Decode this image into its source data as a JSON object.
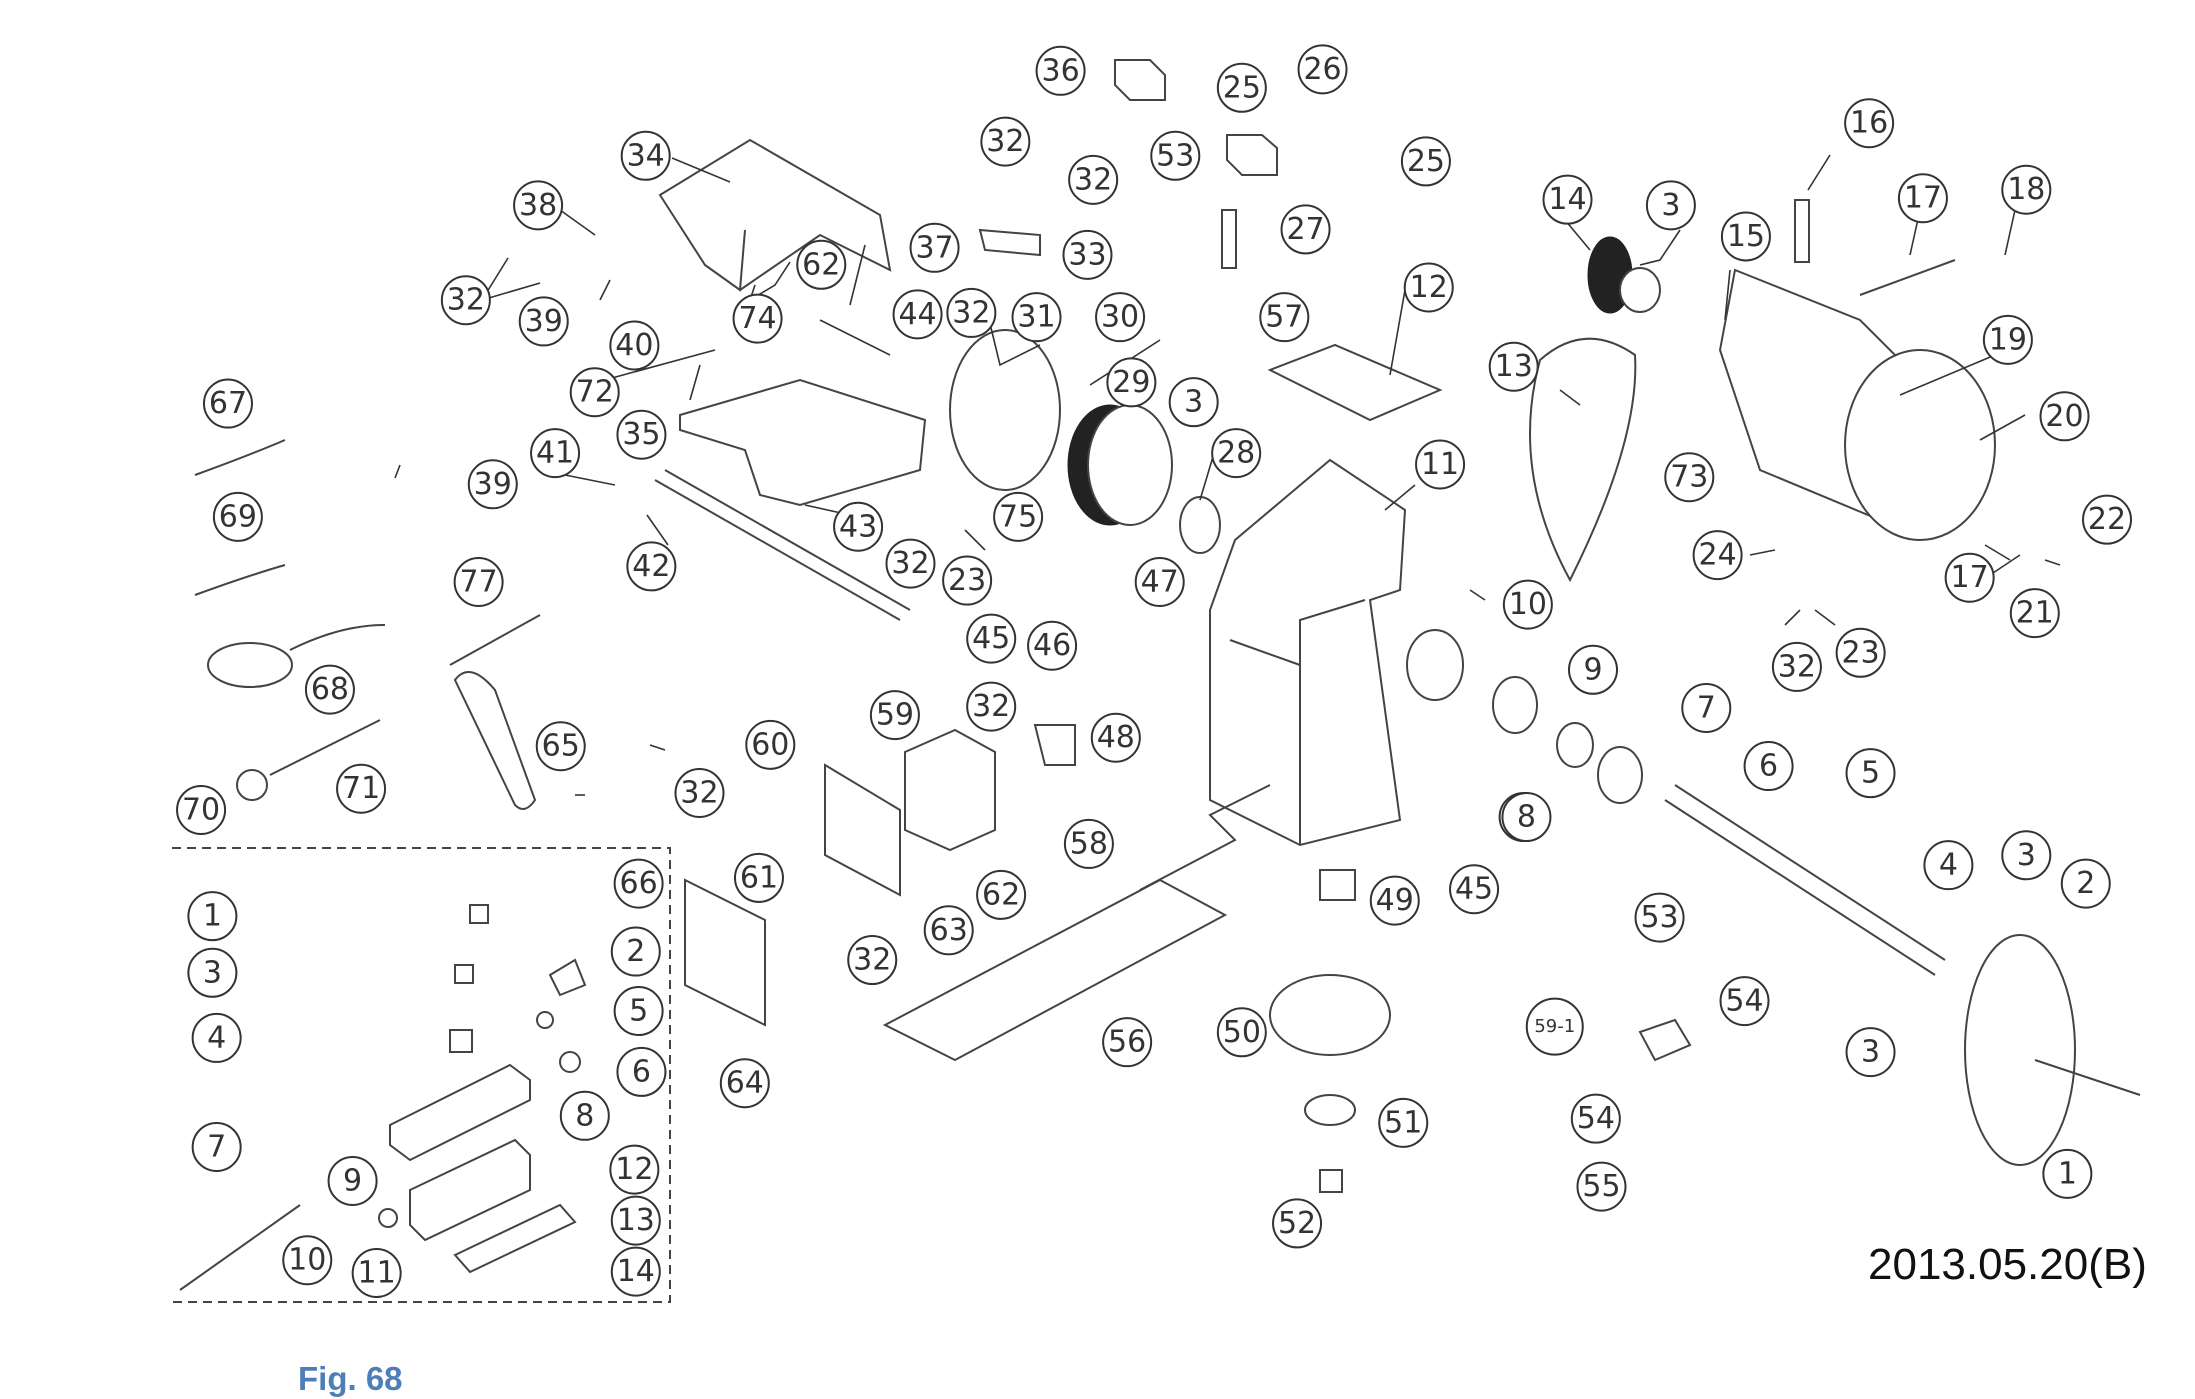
{
  "figure": {
    "caption": "Fig. 68",
    "revision_date": "2013.05.20(B)",
    "caption_color": "#4f7db8",
    "inset_group_label": "66"
  },
  "callouts": [
    {
      "label": "36"
    },
    {
      "label": "25"
    },
    {
      "label": "26"
    },
    {
      "label": "25"
    },
    {
      "label": "32"
    },
    {
      "label": "32"
    },
    {
      "label": "53"
    },
    {
      "label": "33"
    },
    {
      "label": "34"
    },
    {
      "label": "38"
    },
    {
      "label": "62"
    },
    {
      "label": "37"
    },
    {
      "label": "32"
    },
    {
      "label": "39"
    },
    {
      "label": "40"
    },
    {
      "label": "74"
    },
    {
      "label": "44"
    },
    {
      "label": "32"
    },
    {
      "label": "31"
    },
    {
      "label": "30"
    },
    {
      "label": "27"
    },
    {
      "label": "57"
    },
    {
      "label": "12"
    },
    {
      "label": "29"
    },
    {
      "label": "3"
    },
    {
      "label": "28"
    },
    {
      "label": "72"
    },
    {
      "label": "35"
    },
    {
      "label": "41"
    },
    {
      "label": "39"
    },
    {
      "label": "42"
    },
    {
      "label": "43"
    },
    {
      "label": "75"
    },
    {
      "label": "32"
    },
    {
      "label": "23"
    },
    {
      "label": "45"
    },
    {
      "label": "46"
    },
    {
      "label": "47"
    },
    {
      "label": "11"
    },
    {
      "label": "10"
    },
    {
      "label": "14"
    },
    {
      "label": "3"
    },
    {
      "label": "15"
    },
    {
      "label": "16"
    },
    {
      "label": "17"
    },
    {
      "label": "18"
    },
    {
      "label": "13"
    },
    {
      "label": "19"
    },
    {
      "label": "20"
    },
    {
      "label": "73"
    },
    {
      "label": "24"
    },
    {
      "label": "22"
    },
    {
      "label": "17"
    },
    {
      "label": "21"
    },
    {
      "label": "32"
    },
    {
      "label": "23"
    },
    {
      "label": "67"
    },
    {
      "label": "69"
    },
    {
      "label": "68"
    },
    {
      "label": "77"
    },
    {
      "label": "65"
    },
    {
      "label": "70"
    },
    {
      "label": "71"
    },
    {
      "label": "59"
    },
    {
      "label": "32"
    },
    {
      "label": "60"
    },
    {
      "label": "32"
    },
    {
      "label": "48"
    },
    {
      "label": "58"
    },
    {
      "label": "61"
    },
    {
      "label": "62"
    },
    {
      "label": "63"
    },
    {
      "label": "32"
    },
    {
      "label": "64"
    },
    {
      "label": "56"
    },
    {
      "label": "9"
    },
    {
      "label": "8"
    },
    {
      "label": "7"
    },
    {
      "label": "6"
    },
    {
      "label": "5"
    },
    {
      "label": "8"
    },
    {
      "label": "45"
    },
    {
      "label": "49"
    },
    {
      "label": "4"
    },
    {
      "label": "3"
    },
    {
      "label": "2"
    },
    {
      "label": "50"
    },
    {
      "label": "53"
    },
    {
      "label": "54"
    },
    {
      "label": "59-1"
    },
    {
      "label": "3"
    },
    {
      "label": "54"
    },
    {
      "label": "51"
    },
    {
      "label": "55"
    },
    {
      "label": "52"
    },
    {
      "label": "1"
    }
  ],
  "inset_callouts": [
    {
      "label": "1"
    },
    {
      "label": "2"
    },
    {
      "label": "3"
    },
    {
      "label": "5"
    },
    {
      "label": "4"
    },
    {
      "label": "6"
    },
    {
      "label": "8"
    },
    {
      "label": "7"
    },
    {
      "label": "12"
    },
    {
      "label": "9"
    },
    {
      "label": "13"
    },
    {
      "label": "10"
    },
    {
      "label": "11"
    },
    {
      "label": "14"
    }
  ]
}
